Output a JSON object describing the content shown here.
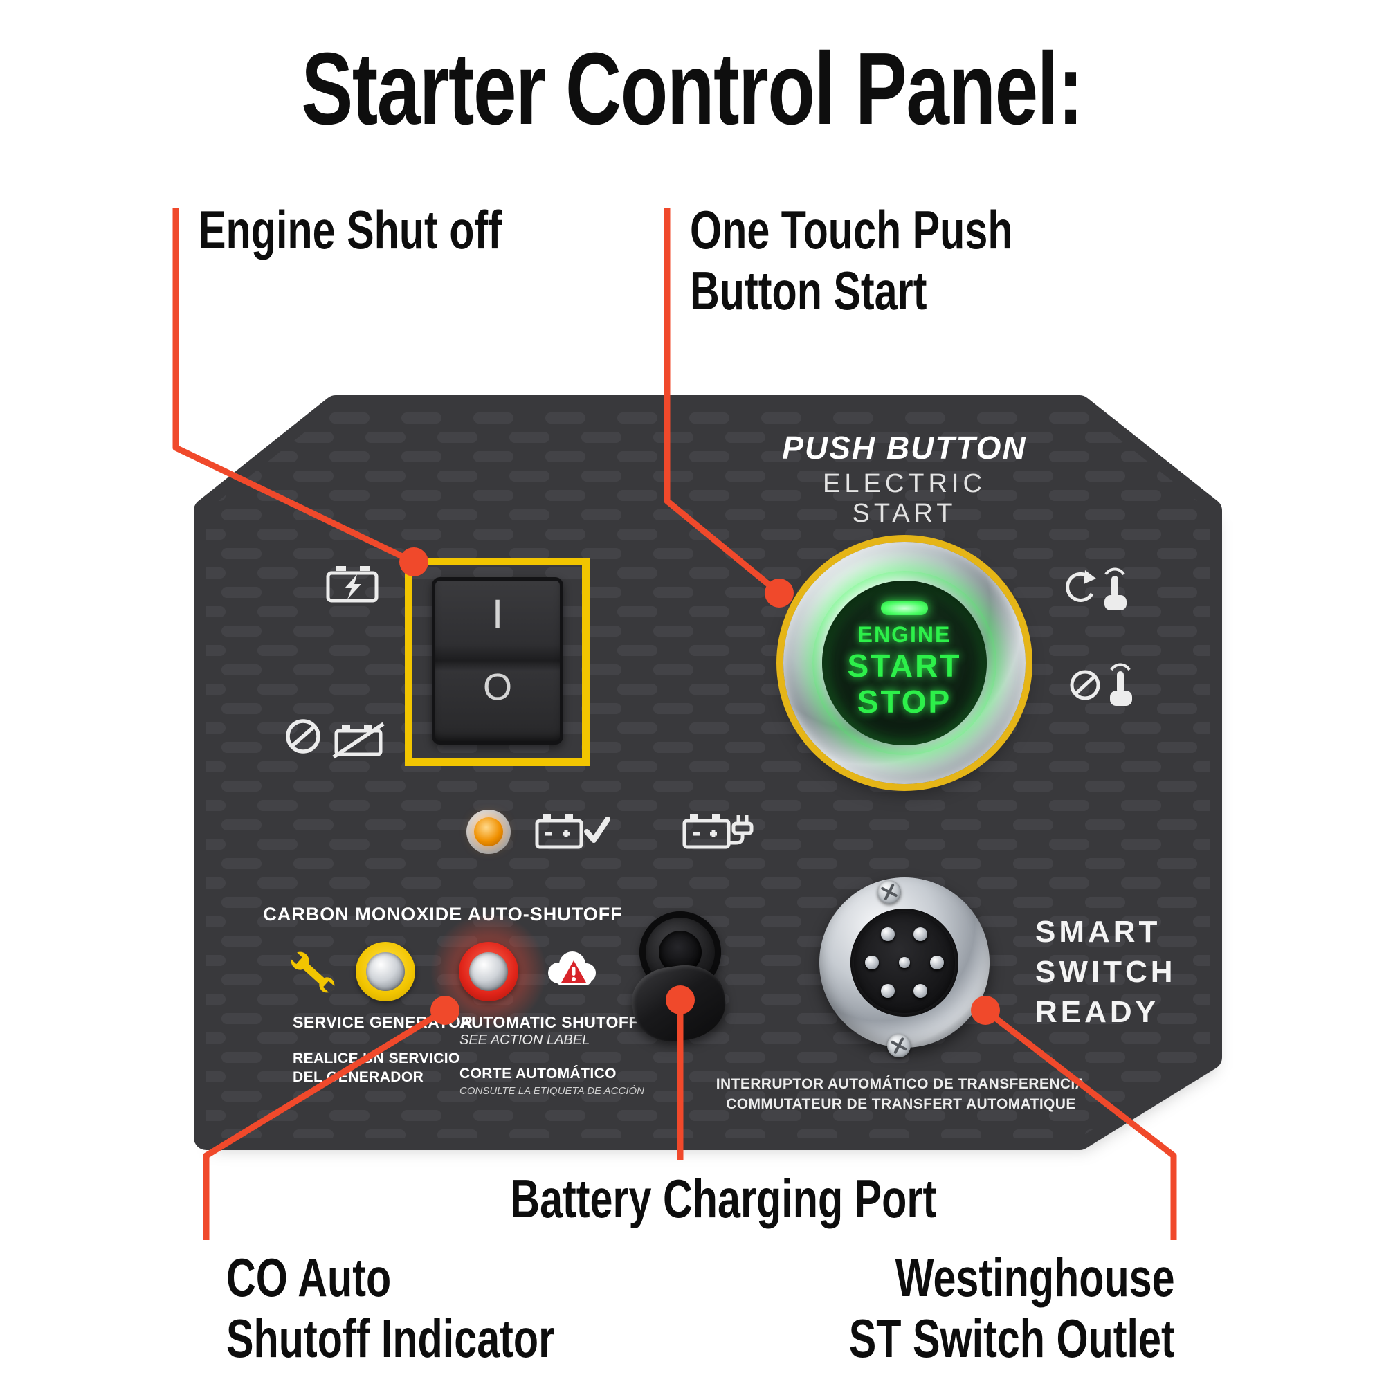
{
  "title": "Starter Control Panel:",
  "callouts": {
    "engine_shutoff": {
      "label": "Engine Shut off"
    },
    "push_start": {
      "line1": "One Touch Push",
      "line2": "Button Start"
    },
    "battery_port": {
      "label": "Battery Charging Port"
    },
    "co_indicator": {
      "line1": "CO Auto",
      "line2": "Shutoff Indicator"
    },
    "st_outlet": {
      "line1": "Westinghouse",
      "line2": "ST Switch Outlet"
    }
  },
  "panel": {
    "electric_start": {
      "line1": "PUSH BUTTON",
      "line2": "ELECTRIC START"
    },
    "start_button": {
      "line1": "ENGINE",
      "line2": "START",
      "line3": "STOP"
    },
    "rocker": {
      "on_mark": "I",
      "off_mark": "O"
    },
    "co_section": {
      "heading": "CARBON MONOXIDE AUTO-SHUTOFF",
      "service": "SERVICE GENERATOR",
      "service_es1": "REALICE UN SERVICIO",
      "service_es2": "DEL GENERADOR",
      "shutoff": "AUTOMATIC SHUTOFF",
      "shutoff_note": "SEE ACTION LABEL",
      "shutoff_es": "CORTE AUTOMÁTICO",
      "shutoff_es_note": "CONSULTE LA ETIQUETA DE ACCIÓN"
    },
    "smart_switch": {
      "line1": "SMART",
      "line2": "SWITCH",
      "line3": "READY"
    },
    "transfer": {
      "line1": "INTERRUPTOR AUTOMÁTICO DE TRANSFERENCIA",
      "line2": "COMMUTATEUR DE TRANSFERT AUTOMATIQUE"
    }
  },
  "icons": [
    "battery-charging-icon",
    "no-symbol-icon",
    "battery-slash-icon",
    "battery-ok-icon",
    "battery-plug-icon",
    "rotary-start-touch-icon",
    "no-touch-icon",
    "wrench-icon",
    "co-warning-cloud-icon"
  ],
  "colors": {
    "accent": "#F0492B",
    "panel": "#39393C",
    "yellow": "#F2C500",
    "green": "#2DF04A",
    "red_lamp": "#E02419",
    "amber_lamp": "#F09000"
  }
}
